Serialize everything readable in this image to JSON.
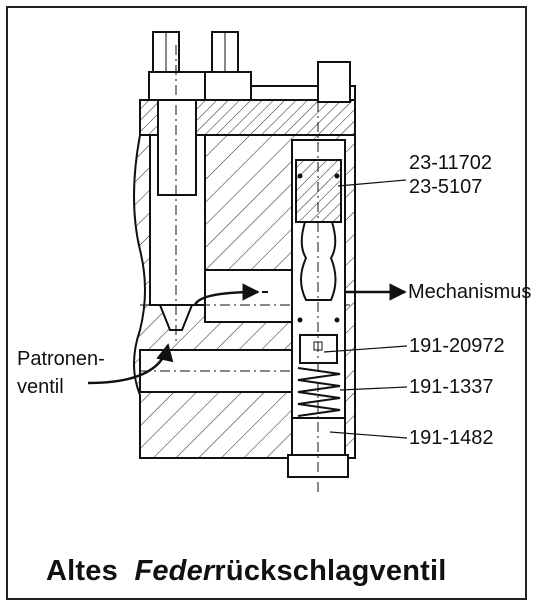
{
  "labels": {
    "part_top_1": "23-11702",
    "part_top_2": "23-5107",
    "mechanism": "Mechanismus",
    "cartridge_1": "Patronen-",
    "cartridge_2": "ventil",
    "part_a": "191-20972",
    "part_b": "191-1337",
    "part_c": "191-1482"
  },
  "caption": {
    "word1": "Altes",
    "word2_italic": "Feder",
    "word2_rest": "rückschlagventil"
  },
  "colors": {
    "line": "#111111",
    "background": "#ffffff"
  }
}
